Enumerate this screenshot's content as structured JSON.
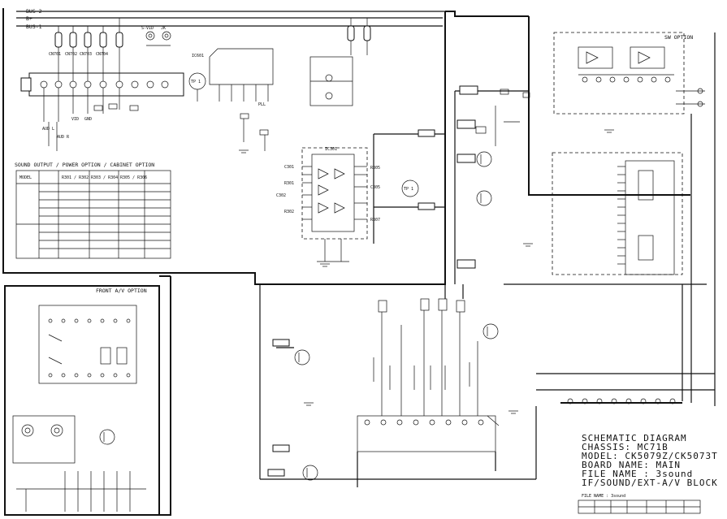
{
  "buses": [
    "BUS-2",
    "B+",
    "BUS-1"
  ],
  "sections": {
    "sw_option": "SW OPTION",
    "front_av_option": "FRONT A/V OPTION",
    "sound_table_title": "SOUND OUTPUT / POWER OPTION / CABINET OPTION"
  },
  "sound_table": {
    "rows": [
      [
        "MODEL",
        "R301 / R302",
        "R303 / R304",
        "R305 / R306"
      ],
      [
        "",
        "",
        "",
        ""
      ],
      [
        "",
        "",
        "",
        ""
      ],
      [
        "",
        "",
        "",
        ""
      ],
      [
        "",
        "",
        "",
        ""
      ],
      [
        "",
        "",
        "",
        ""
      ],
      [
        "",
        "",
        "",
        ""
      ],
      [
        "",
        "",
        "",
        ""
      ],
      [
        "",
        "",
        "",
        ""
      ],
      [
        "",
        "",
        "",
        ""
      ],
      [
        "",
        "",
        "",
        ""
      ]
    ]
  },
  "title_block": {
    "heading": "SCHEMATIC DIAGRAM",
    "chassis": "CHASSIS: MC71B",
    "model": "MODEL: CK5079Z/CK5073T",
    "board": "BOARD NAME: MAIN",
    "file": "FILE NAME : 3sound",
    "block": "IF/SOUND/EXT-A/V BLOCK",
    "file_row": "FILE NAME : 3sound"
  },
  "test_points": [
    "TP 1",
    "TP 1"
  ]
}
